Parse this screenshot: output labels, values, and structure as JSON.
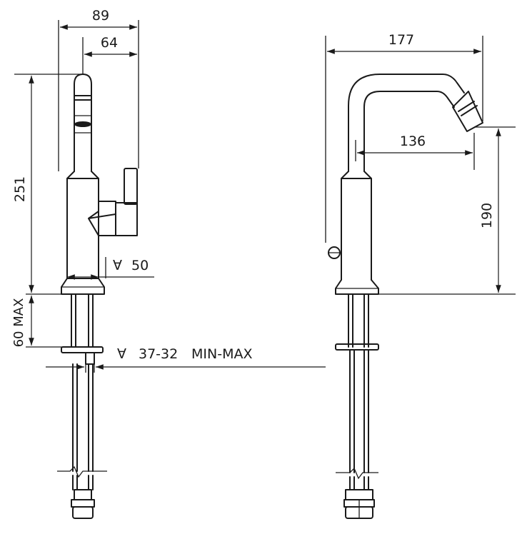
{
  "dimensions": {
    "front_width": "89",
    "front_spout_offset": "64",
    "front_height": "251",
    "deck_thickness": "60 MAX",
    "handle_hole": "50",
    "fixing_hole": "37-32",
    "fixing_hole_note": "MIN-MAX",
    "side_reach": "177",
    "side_aerator_reach": "136",
    "side_spout_height": "190"
  },
  "symbols": {
    "diameter": "∀"
  }
}
